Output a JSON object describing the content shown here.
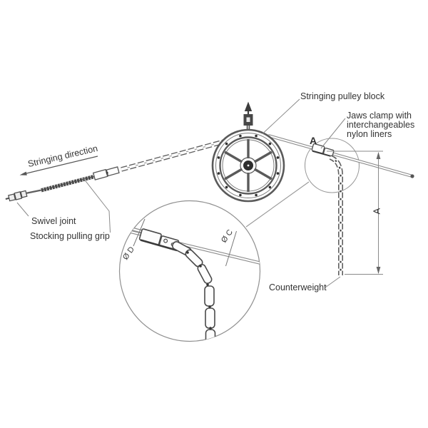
{
  "labels": {
    "stringing_direction": "Stringing direction",
    "stringing_pulley_block": "Stringing pulley block",
    "jaws_clamp_line1": "Jaws clamp with",
    "jaws_clamp_line2": "interchangeables",
    "jaws_clamp_line3": "nylon liners",
    "swivel_joint": "Swivel joint",
    "stocking_pulling_grip": "Stocking pulling grip",
    "counterweight": "Counterweight"
  },
  "markers": {
    "detail_view": "A",
    "dimension_height": "A",
    "rope_diameter": "Ø D",
    "conductor_diameter": "Ø C"
  },
  "colors": {
    "background": "#ffffff",
    "line": "#5f5f5f",
    "leader": "#8a8a8a",
    "dark": "#3c3c3c",
    "text": "#333333"
  }
}
